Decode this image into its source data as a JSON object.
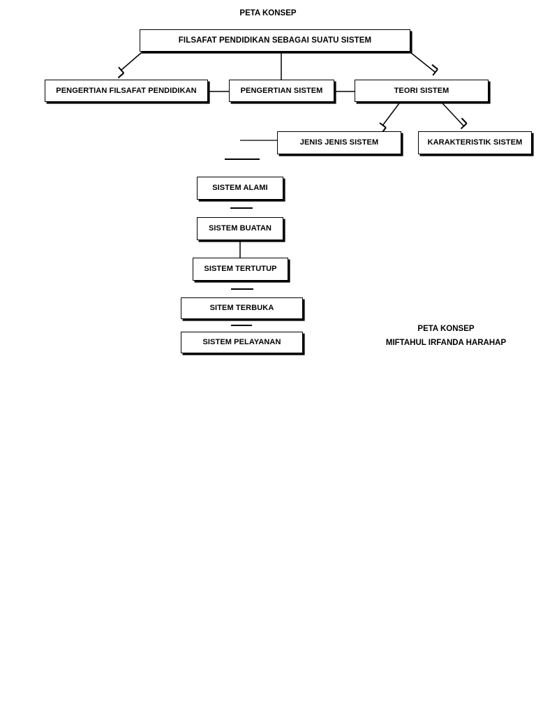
{
  "document": {
    "title": "PETA KONSEP",
    "language": "id",
    "background_color": "#ffffff",
    "line_color": "#000000"
  },
  "header": {
    "title": "PETA KONSEP"
  },
  "diagram": {
    "type": "concept-map",
    "nodes": [
      {
        "id": "root",
        "label": "FILSAFAT PENDIDIKAN SEBAGAI SUATU SISTEM",
        "level": 0
      },
      {
        "id": "pengertian-filsafat",
        "label": "PENGERTIAN FILSAFAT PENDIDIKAN",
        "level": 1
      },
      {
        "id": "pengertian-sistem",
        "label": "PENGERTIAN SISTEM",
        "level": 1
      },
      {
        "id": "teori-sistem",
        "label": "TEORI SISTEM",
        "level": 1
      },
      {
        "id": "jenis-jenis",
        "label": "JENIS JENIS SISTEM",
        "level": 2
      },
      {
        "id": "karakteristik",
        "label": "KARAKTERISTIK SISTEM",
        "level": 2
      },
      {
        "id": "sistem-alami",
        "label": "SISTEM ALAMI",
        "level": 3
      },
      {
        "id": "sistem-buatan",
        "label": "SISTEM BUATAN",
        "level": 3
      },
      {
        "id": "sistem-tertutup",
        "label": "SISTEM TERTUTUP",
        "level": 3
      },
      {
        "id": "sitem-terbuka",
        "label": "SITEM TERBUKA",
        "level": 3
      },
      {
        "id": "sistem-pelayanan",
        "label": "SISTEM PELAYANAN",
        "level": 3
      }
    ],
    "edges": [
      {
        "from": "root",
        "to": "pengertian-filsafat",
        "style": "arrow-diagonal"
      },
      {
        "from": "root",
        "to": "pengertian-sistem",
        "style": "line-vertical"
      },
      {
        "from": "root",
        "to": "teori-sistem",
        "style": "arrow-diagonal"
      },
      {
        "from": "pengertian-filsafat",
        "to": "pengertian-sistem",
        "style": "line-horizontal"
      },
      {
        "from": "pengertian-sistem",
        "to": "teori-sistem",
        "style": "line-horizontal"
      },
      {
        "from": "teori-sistem",
        "to": "jenis-jenis",
        "style": "arrow-diagonal"
      },
      {
        "from": "teori-sistem",
        "to": "karakteristik",
        "style": "arrow-diagonal"
      },
      {
        "from": "jenis-jenis",
        "to": "sistem-alami",
        "style": "line-stub"
      },
      {
        "from": "sistem-alami",
        "to": "sistem-buatan",
        "style": "line-stub"
      },
      {
        "from": "sistem-buatan",
        "to": "sistem-tertutup",
        "style": "line-vertical"
      },
      {
        "from": "sistem-tertutup",
        "to": "sitem-terbuka",
        "style": "line-stub"
      },
      {
        "from": "sitem-terbuka",
        "to": "sistem-pelayanan",
        "style": "line-stub"
      }
    ]
  },
  "signature": {
    "line1": "PETA KONSEP",
    "line2": "MIFTAHUL IRFANDA HARAHAP"
  }
}
